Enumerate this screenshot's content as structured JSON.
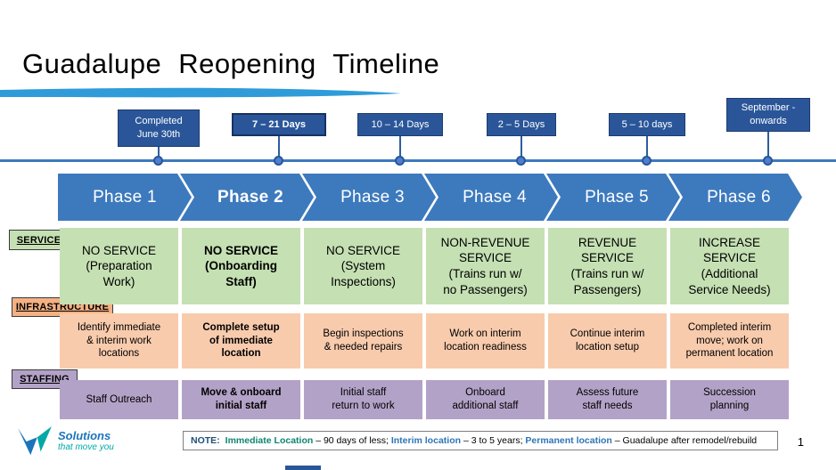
{
  "slide": {
    "title": "Guadalupe Reopening Timeline",
    "page_number": "1"
  },
  "row_labels": {
    "service": "SERVICE",
    "infrastructure": "INFRASTRUCTURE",
    "staffing": "STAFFING"
  },
  "phases": [
    {
      "name": "Phase 1",
      "timing": "Completed\nJune 30th",
      "service": "NO SERVICE\n(Preparation\nWork)",
      "infrastructure": "Identify immediate\n& interim work\nlocations",
      "staffing": "Staff Outreach"
    },
    {
      "name": "Phase 2",
      "timing": "7 – 21 Days",
      "service": "NO SERVICE\n(Onboarding\nStaff)",
      "infrastructure": "Complete setup\nof immediate\nlocation",
      "staffing": "Move & onboard\ninitial staff"
    },
    {
      "name": "Phase 3",
      "timing": "10 – 14 Days",
      "service": "NO SERVICE\n(System\nInspections)",
      "infrastructure": "Begin inspections\n& needed repairs",
      "staffing": "Initial staff\nreturn to work"
    },
    {
      "name": "Phase 4",
      "timing": "2 – 5 Days",
      "service": "NON-REVENUE\nSERVICE\n(Trains run w/\nno Passengers)",
      "infrastructure": "Work on interim\nlocation readiness",
      "staffing": "Onboard\nadditional staff"
    },
    {
      "name": "Phase 5",
      "timing": "5 – 10 days",
      "service": "REVENUE\nSERVICE\n(Trains run w/\nPassengers)",
      "infrastructure": "Continue interim\nlocation setup",
      "staffing": "Assess future\nstaff needs"
    },
    {
      "name": "Phase 6",
      "timing": "September -\nonwards",
      "service": "INCREASE\nSERVICE\n(Additional\nService Needs)",
      "infrastructure": "Completed interim\nmove; work on\npermanent location",
      "staffing": "Succession\nplanning"
    }
  ],
  "note": {
    "label": "NOTE:",
    "segments": [
      {
        "text": "Immediate Location"
      },
      {
        "text": " – 90 days of less; "
      },
      {
        "text": "Interim location"
      },
      {
        "text": " – 3 to 5 years; "
      },
      {
        "text": "Permanent location"
      },
      {
        "text": " – Guadalupe after remodel/rebuild"
      }
    ]
  },
  "logo": {
    "line1": "Solutions",
    "line2": "that move you"
  },
  "colors": {
    "phase_blue": "#3D7ABD",
    "timing_navy": "#2A5699",
    "service_green": "#C5E0B3",
    "infrastructure_orange": "#F8CBAD",
    "staffing_purple": "#B3A2C7",
    "accent_cyan": "#2F9CD9",
    "note_teal": "#0E8572",
    "note_blue": "#2E75B6"
  }
}
